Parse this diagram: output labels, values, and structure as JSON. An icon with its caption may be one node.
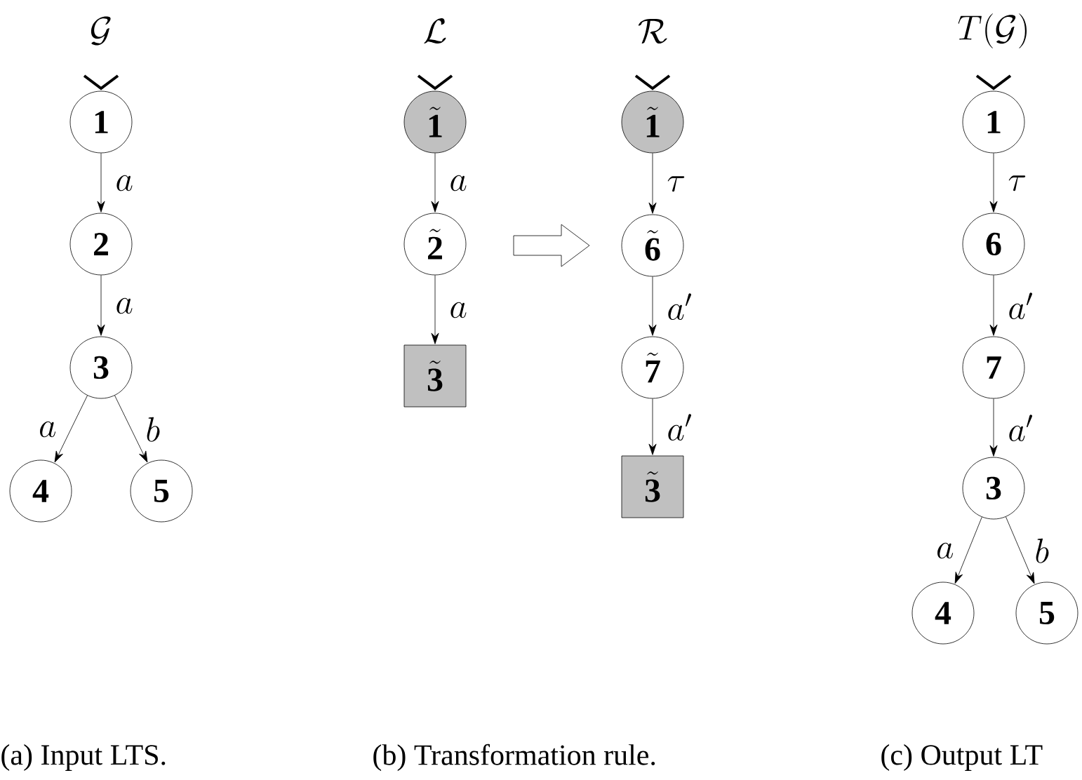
{
  "diagram": {
    "nodes": [
      {
        "text": [
          "\\mathbf{1}"
        ]
      },
      {
        "text": [
          "\\mathbf{2}"
        ]
      },
      {
        "text": [
          "\\mathbf{3}"
        ]
      },
      {
        "text": [
          "\\mathbf{4}"
        ]
      },
      {
        "text": [
          "\\mathbf{5}"
        ]
      },
      {
        "text": [
          "\\tilde{\\mathbf{1}}"
        ]
      },
      {
        "text": [
          "\\tilde{\\mathbf{2}}"
        ]
      },
      {
        "text": [
          "\\tilde{\\mathbf{3}}"
        ]
      },
      {
        "text": [
          "\\tilde{\\mathbf{1}}"
        ]
      },
      {
        "text": [
          "\\tilde{\\mathbf{6}}"
        ]
      },
      {
        "text": [
          "\\tilde{\\mathbf{7}}"
        ]
      },
      {
        "text": [
          "\\tilde{\\mathbf{3}}"
        ]
      },
      {
        "text": [
          "\\mathbf{1}"
        ]
      },
      {
        "text": [
          "\\mathbf{6}"
        ]
      },
      {
        "text": [
          "\\mathbf{7}"
        ]
      },
      {
        "text": [
          "\\mathbf{3}"
        ]
      },
      {
        "text": [
          "\\mathbf{4}"
        ]
      },
      {
        "text": [
          "\\mathbf{5}"
        ]
      }
    ],
    "edges": [
      {
        "from": 0,
        "to": 1,
        "arrow": "to",
        "label": "a"
      },
      {
        "from": 1,
        "to": 2,
        "arrow": "to",
        "label": "a"
      },
      {
        "from": 2,
        "to": 3,
        "arrow": "to",
        "label": "a"
      },
      {
        "from": 2,
        "to": 4,
        "arrow": "to",
        "label": "b"
      },
      {
        "from": 5,
        "to": 6,
        "arrow": "to",
        "label": "a"
      },
      {
        "from": 6,
        "to": 7,
        "arrow": "to",
        "label": "a"
      },
      {
        "from": 8,
        "to": 9,
        "arrow": "to",
        "label": "\\tau"
      },
      {
        "from": 9,
        "to": 10,
        "arrow": "to",
        "label": "a'"
      },
      {
        "from": 10,
        "to": 11,
        "arrow": "to",
        "label": "a'"
      },
      {
        "from": 12,
        "to": 13,
        "arrow": "to",
        "label": "\\tau"
      },
      {
        "from": 13,
        "to": 14,
        "arrow": "to",
        "label": "a'"
      },
      {
        "from": 14,
        "to": 15,
        "arrow": "to",
        "label": "a'"
      },
      {
        "from": 15,
        "to": 16,
        "arrow": "to",
        "label": "a"
      },
      {
        "from": 15,
        "to": 17,
        "arrow": "to",
        "label": "b"
      }
    ],
    "labels": [
      "\\mathcal{G}",
      "\\mathcal{L}",
      "\\mathcal{R}",
      "T(\\mathcal{G})",
      "(a) Input LTS.",
      "(b) Transformation rule.",
      "(c) Output LT"
    ]
  }
}
